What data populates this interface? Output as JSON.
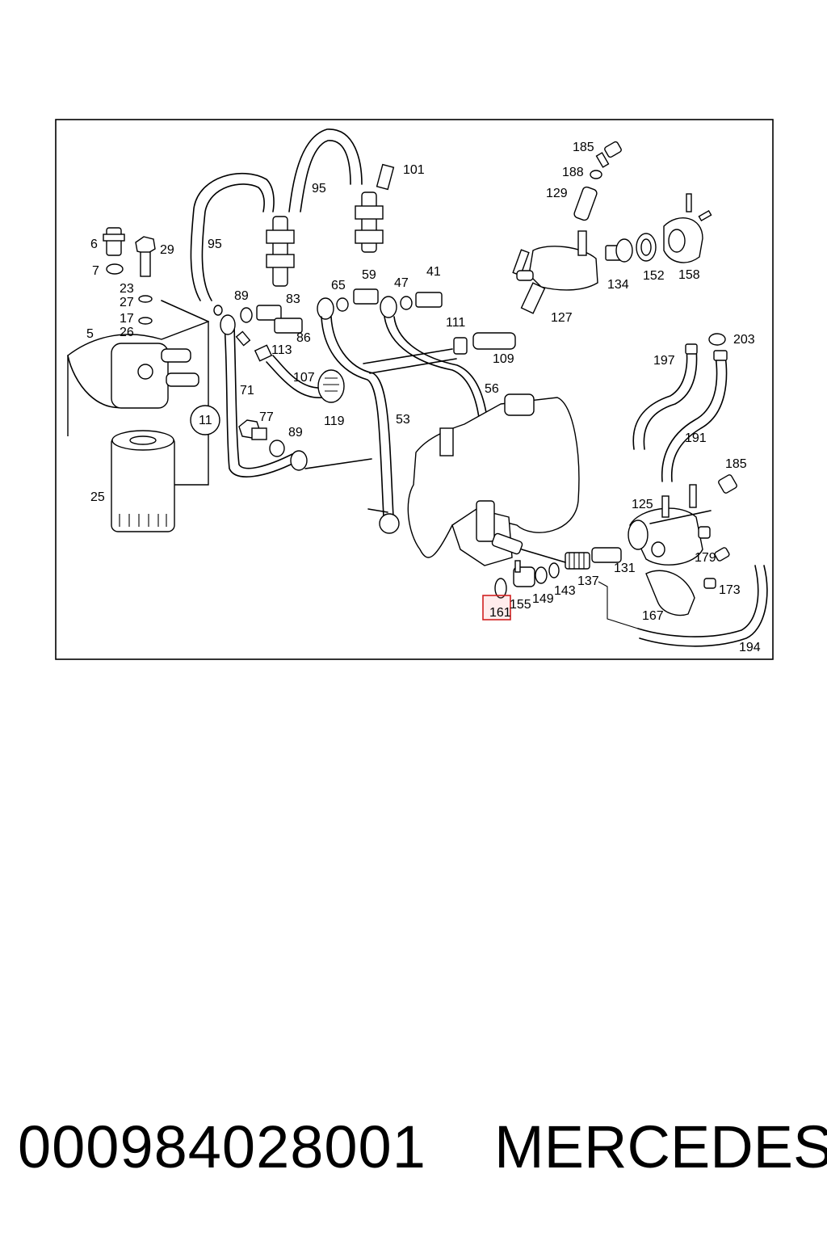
{
  "caption": {
    "part_number": "000984028001",
    "brand": "MERCEDES"
  },
  "diagram": {
    "highlighted_label": "161",
    "callouts": [
      "185",
      "188",
      "129",
      "101",
      "95",
      "95",
      "6",
      "29",
      "7",
      "23",
      "27",
      "17",
      "26",
      "5",
      "89",
      "83",
      "86",
      "65",
      "59",
      "47",
      "41",
      "113",
      "107",
      "119",
      "71",
      "77",
      "89",
      "11",
      "25",
      "53",
      "56",
      "111",
      "109",
      "127",
      "134",
      "152",
      "158",
      "197",
      "203",
      "191",
      "185",
      "125",
      "131",
      "137",
      "143",
      "149",
      "155",
      "161",
      "179",
      "173",
      "167",
      "194"
    ]
  }
}
